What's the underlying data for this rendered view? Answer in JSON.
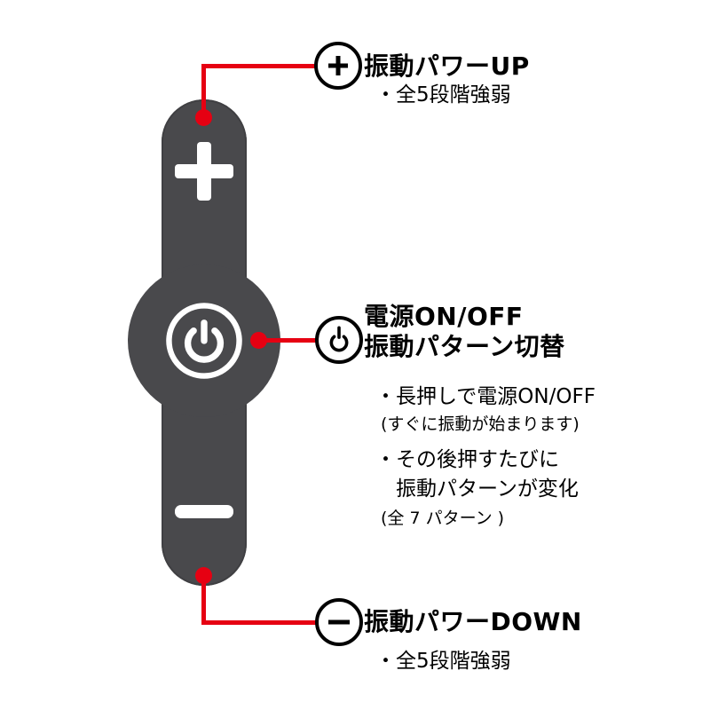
{
  "colors": {
    "accent_red": "#e60012",
    "device_gray": "#49494c",
    "text_black": "#000000",
    "icon_white": "#ffffff"
  },
  "icons": {
    "device_plus": "plus-icon",
    "device_power": "power-icon",
    "device_minus": "minus-icon",
    "badge_plus": "plus-circle-icon",
    "badge_power": "power-circle-icon",
    "badge_minus": "minus-circle-icon"
  },
  "callouts": {
    "power_up": {
      "title": "振動パワーUP",
      "bullet": "・全5段階強弱"
    },
    "power_onoff": {
      "title_line1": "電源ON/OFF",
      "title_line2": "振動パターン切替",
      "bullet1": "・長押しで電源ON/OFF",
      "note1": "(すぐに振動が始まります)",
      "bullet2_line1": "・その後押すたびに",
      "bullet2_line2": "振動パターンが変化",
      "note2": "(全 7 パターン )"
    },
    "power_down": {
      "title": "振動パワーDOWN",
      "bullet": "・全5段階強弱"
    }
  }
}
